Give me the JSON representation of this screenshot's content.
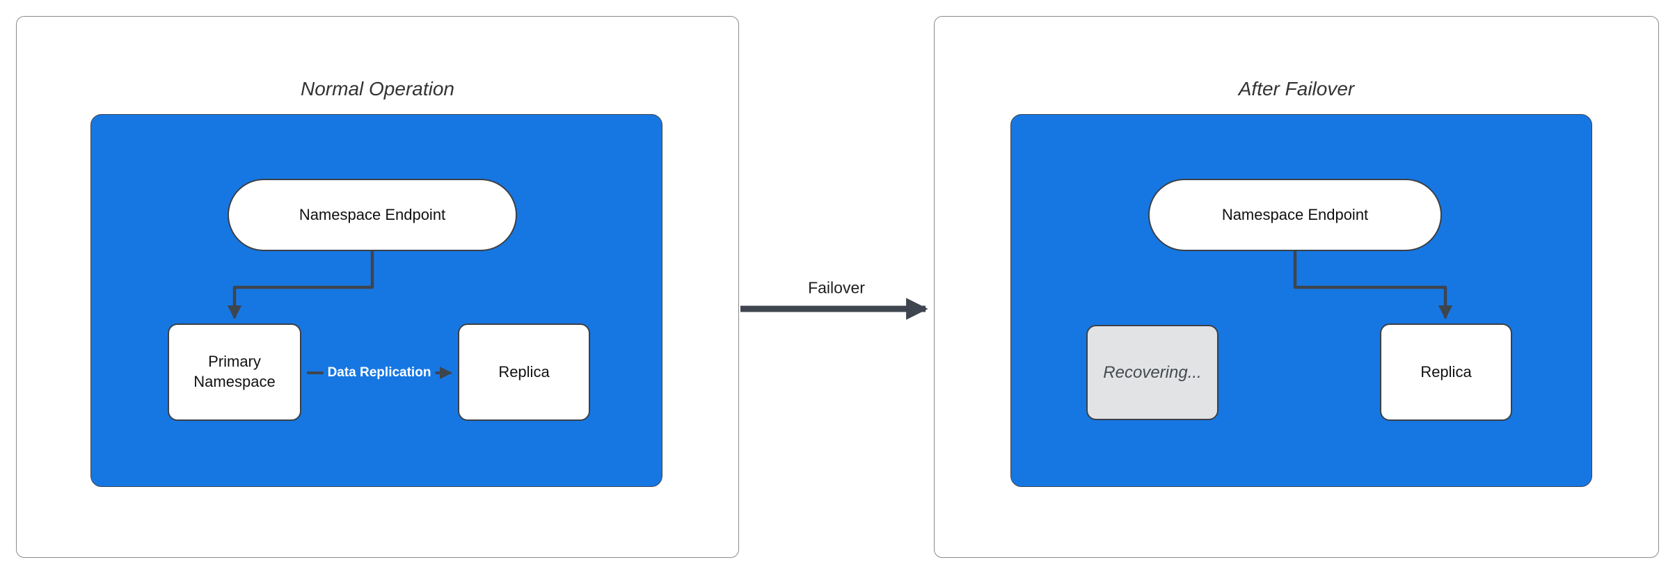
{
  "colors": {
    "blue": "#1677E3",
    "dark": "#3E454E",
    "panel_border": "#8A8A8A",
    "node_border": "#3B4046",
    "node_text": "#111111",
    "recovering_fill": "#E2E3E5",
    "recovering_text": "#45494F",
    "title_text": "#333333",
    "label_white": "#FFFFFF"
  },
  "panels": {
    "left": {
      "title": "Normal Operation",
      "nodes": {
        "endpoint": "Namespace Endpoint",
        "primary": "Primary Namespace",
        "replica": "Replica"
      },
      "edges": {
        "replication_label": "Data Replication"
      }
    },
    "right": {
      "title": "After Failover",
      "nodes": {
        "endpoint": "Namespace Endpoint",
        "recovering": "Recovering...",
        "replica": "Replica"
      }
    }
  },
  "transition": {
    "label": "Failover"
  }
}
